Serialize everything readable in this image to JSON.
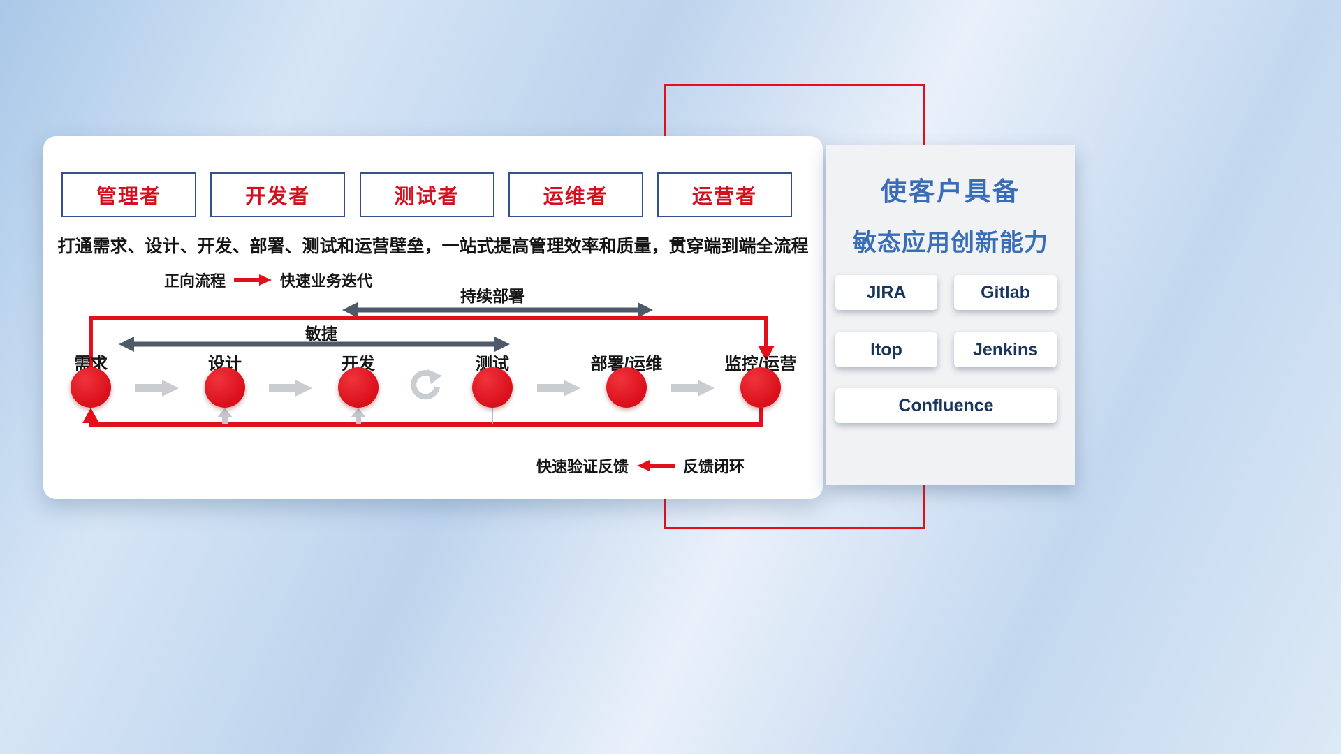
{
  "panel": {
    "roles": [
      "管理者",
      "开发者",
      "测试者",
      "运维者",
      "运营者"
    ],
    "description": "打通需求、设计、开发、部署、测试和运营壁垒，一站式提高管理效率和质量，贯穿端到端全流程",
    "legend_forward": {
      "label": "正向流程",
      "text": "快速业务迭代"
    },
    "legend_feedback": {
      "label": "快速验证反馈",
      "text": "反馈闭环"
    },
    "flow": {
      "continuous_deploy_label": "持续部署",
      "agile_label": "敏捷",
      "nodes": [
        "需求",
        "设计",
        "开发",
        "测试",
        "部署/运维",
        "监控/运营"
      ]
    }
  },
  "right_panel": {
    "title_line1": "使客户具备",
    "title_line2": "敏态应用创新能力",
    "tools": [
      "JIRA",
      "Gitlab",
      "Itop",
      "Jenkins",
      "Confluence"
    ]
  },
  "colors": {
    "accent_red": "#e2101a",
    "title_blue": "#3a6db8",
    "tool_text_navy": "#17355e",
    "dark_range_arrow": "#4d5a68",
    "gray_flow_arrow": "#c9cdd2",
    "role_border_blue": "#35508f"
  }
}
